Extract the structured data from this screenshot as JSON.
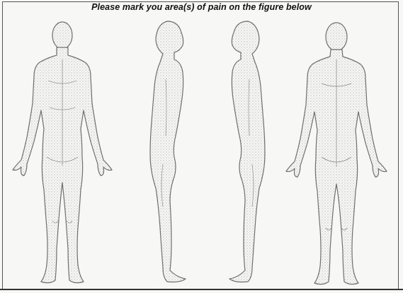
{
  "form": {
    "instruction": "Please mark you area(s) of pain on the figure below"
  },
  "figures": [
    {
      "view": "front",
      "icon": "body-front-figure"
    },
    {
      "view": "right-side",
      "icon": "body-side-figure"
    },
    {
      "view": "left-side",
      "icon": "body-side-figure"
    },
    {
      "view": "back",
      "icon": "body-back-figure"
    }
  ],
  "colors": {
    "outline": "#6f6f6f",
    "stipple": "#bdbdbd",
    "paper": "#f7f7f5"
  }
}
